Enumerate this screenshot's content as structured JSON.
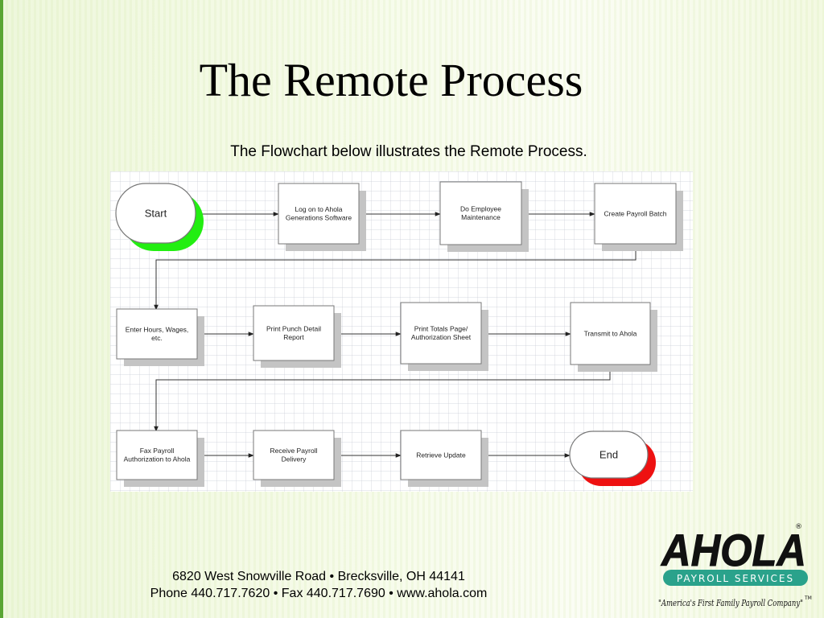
{
  "title": "The Remote Process",
  "subtitle": "The Flowchart below illustrates the Remote Process.",
  "flowchart": {
    "nodes": [
      {
        "id": "start",
        "lines": [
          "Start"
        ]
      },
      {
        "id": "logon",
        "lines": [
          "Log on to Ahola",
          "Generations Software"
        ]
      },
      {
        "id": "employee",
        "lines": [
          "Do Employee",
          "Maintenance"
        ]
      },
      {
        "id": "batch",
        "lines": [
          "Create Payroll Batch"
        ]
      },
      {
        "id": "hours",
        "lines": [
          "Enter Hours, Wages,",
          "etc."
        ]
      },
      {
        "id": "punch",
        "lines": [
          "Print Punch Detail",
          "Report"
        ]
      },
      {
        "id": "totals",
        "lines": [
          "Print Totals Page/",
          "Authorization Sheet"
        ]
      },
      {
        "id": "transmit",
        "lines": [
          "Transmit to Ahola"
        ]
      },
      {
        "id": "fax",
        "lines": [
          "Fax Payroll",
          "Authorization to Ahola"
        ]
      },
      {
        "id": "receive",
        "lines": [
          "Receive Payroll",
          "Delivery"
        ]
      },
      {
        "id": "update",
        "lines": [
          "Retrieve Update"
        ]
      },
      {
        "id": "end",
        "lines": [
          "End"
        ]
      }
    ]
  },
  "footer": {
    "line1_a": "6820 West Snowville Road",
    "line1_b": "Brecksville, OH 44141",
    "line2_a": "Phone 440.717.7620",
    "line2_b": "Fax 440.717.7690",
    "line2_c": "www.ahola.com",
    "bullet": "•"
  },
  "logo": {
    "name": "AHOLA",
    "tag": "PAYROLL SERVICES",
    "slogan": "\"America's First Family Payroll Company\"",
    "registered": "®",
    "trademark": "TM"
  },
  "colors": {
    "start_shadow": "#22ee11",
    "end_shadow": "#ee1111",
    "logo_teal": "#2aa28b",
    "logo_green": "#1e8c3a",
    "logo_dark": "#111111"
  }
}
